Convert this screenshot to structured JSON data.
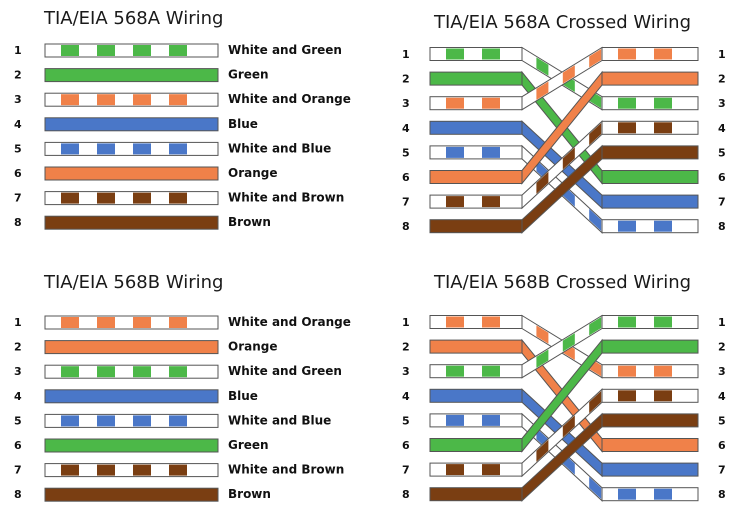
{
  "colors": {
    "green": "#4cb848",
    "orange": "#f08149",
    "blue": "#4a77c8",
    "brown": "#7a3e12",
    "white": "#ffffff",
    "outline": "#555555",
    "crossed_dark_red": "#8b1a10",
    "crossed_dark_blue": "#2b2a8a"
  },
  "panels": {
    "a": {
      "title": "TIA/EIA 568A Wiring",
      "pins": [
        {
          "num": "1",
          "label": "White and Green",
          "color": "green",
          "striped": true
        },
        {
          "num": "2",
          "label": "Green",
          "color": "green",
          "striped": false
        },
        {
          "num": "3",
          "label": "White and Orange",
          "color": "orange",
          "striped": true
        },
        {
          "num": "4",
          "label": "Blue",
          "color": "blue",
          "striped": false
        },
        {
          "num": "5",
          "label": "White and Blue",
          "color": "blue",
          "striped": true
        },
        {
          "num": "6",
          "label": "Orange",
          "color": "orange",
          "striped": false
        },
        {
          "num": "7",
          "label": "White and Brown",
          "color": "brown",
          "striped": true
        },
        {
          "num": "8",
          "label": "Brown",
          "color": "brown",
          "striped": false
        }
      ]
    },
    "b": {
      "title": "TIA/EIA 568B Wiring",
      "pins": [
        {
          "num": "1",
          "label": "White and Orange",
          "color": "orange",
          "striped": true
        },
        {
          "num": "2",
          "label": "Orange",
          "color": "orange",
          "striped": false
        },
        {
          "num": "3",
          "label": "White and Green",
          "color": "green",
          "striped": true
        },
        {
          "num": "4",
          "label": "Blue",
          "color": "blue",
          "striped": false
        },
        {
          "num": "5",
          "label": "White and Blue",
          "color": "blue",
          "striped": true
        },
        {
          "num": "6",
          "label": "Green",
          "color": "green",
          "striped": false
        },
        {
          "num": "7",
          "label": "White and Brown",
          "color": "brown",
          "striped": true
        },
        {
          "num": "8",
          "label": "Brown",
          "color": "brown",
          "striped": false
        }
      ]
    },
    "a_crossed": {
      "title": "TIA/EIA 568A Crossed Wiring",
      "left_pins": [
        "1",
        "2",
        "3",
        "4",
        "5",
        "6",
        "7",
        "8"
      ],
      "right_pins": [
        "1",
        "2",
        "3",
        "4",
        "5",
        "6",
        "7",
        "8"
      ],
      "left_wires": [
        {
          "color": "green",
          "striped": true
        },
        {
          "color": "green",
          "striped": false
        },
        {
          "color": "orange",
          "striped": true
        },
        {
          "color": "blue",
          "striped": false
        },
        {
          "color": "blue",
          "striped": true
        },
        {
          "color": "orange",
          "striped": false
        },
        {
          "color": "brown",
          "striped": true
        },
        {
          "color": "brown",
          "striped": false
        }
      ],
      "right_wires": [
        {
          "color": "orange",
          "striped": true
        },
        {
          "color": "orange",
          "striped": false
        },
        {
          "color": "green",
          "striped": true
        },
        {
          "color": "brown",
          "striped": true
        },
        {
          "color": "brown",
          "striped": false
        },
        {
          "color": "green",
          "striped": false
        },
        {
          "color": "blue",
          "striped": false
        },
        {
          "color": "blue",
          "striped": true
        }
      ],
      "connections": [
        [
          1,
          3
        ],
        [
          2,
          6
        ],
        [
          3,
          1
        ],
        [
          4,
          7
        ],
        [
          5,
          8
        ],
        [
          6,
          2
        ],
        [
          7,
          4
        ],
        [
          8,
          5
        ]
      ]
    },
    "b_crossed": {
      "title": "TIA/EIA 568B Crossed Wiring",
      "left_pins": [
        "1",
        "2",
        "3",
        "4",
        "5",
        "6",
        "7",
        "8"
      ],
      "right_pins": [
        "1",
        "2",
        "3",
        "4",
        "5",
        "6",
        "7",
        "8"
      ],
      "left_wires": [
        {
          "color": "orange",
          "striped": true
        },
        {
          "color": "orange",
          "striped": false
        },
        {
          "color": "green",
          "striped": true
        },
        {
          "color": "blue",
          "striped": false
        },
        {
          "color": "blue",
          "striped": true
        },
        {
          "color": "green",
          "striped": false
        },
        {
          "color": "brown",
          "striped": true
        },
        {
          "color": "brown",
          "striped": false
        }
      ],
      "right_wires": [
        {
          "color": "green",
          "striped": true
        },
        {
          "color": "green",
          "striped": false
        },
        {
          "color": "orange",
          "striped": true
        },
        {
          "color": "brown",
          "striped": true
        },
        {
          "color": "brown",
          "striped": false
        },
        {
          "color": "orange",
          "striped": false
        },
        {
          "color": "blue",
          "striped": false
        },
        {
          "color": "blue",
          "striped": true
        }
      ],
      "connections": [
        [
          1,
          3
        ],
        [
          2,
          6
        ],
        [
          3,
          1
        ],
        [
          4,
          7
        ],
        [
          5,
          8
        ],
        [
          6,
          2
        ],
        [
          7,
          4
        ],
        [
          8,
          5
        ]
      ]
    }
  }
}
